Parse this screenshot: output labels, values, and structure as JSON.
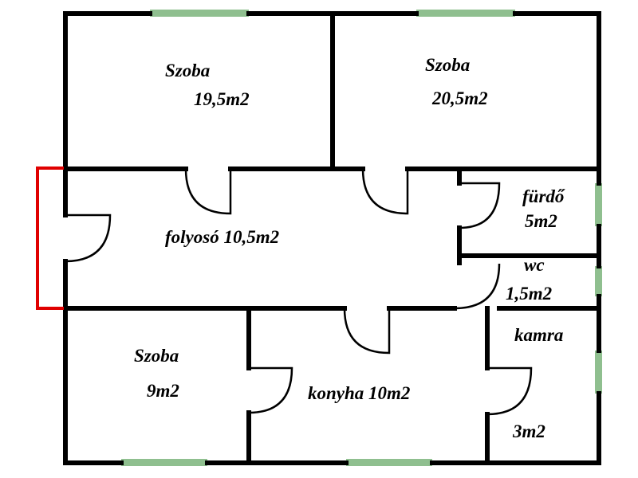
{
  "colors": {
    "wall": "#000000",
    "window": "#8fbf8f",
    "entrance": "#e00000",
    "background": "#ffffff"
  },
  "rooms": {
    "szoba_1": {
      "name": "Szoba",
      "area": "19,5m2"
    },
    "szoba_2": {
      "name": "Szoba",
      "area": "20,5m2"
    },
    "folyoso": {
      "label": "folyosó 10,5m2"
    },
    "furdo": {
      "name": "fürdő",
      "area": "5m2"
    },
    "wc": {
      "name": "wc",
      "area": "1,5m2"
    },
    "szoba_3": {
      "name": "Szoba",
      "area": "9m2"
    },
    "konyha": {
      "label": "konyha 10m2"
    },
    "kamra": {
      "name": "kamra",
      "area": "3m2"
    }
  }
}
